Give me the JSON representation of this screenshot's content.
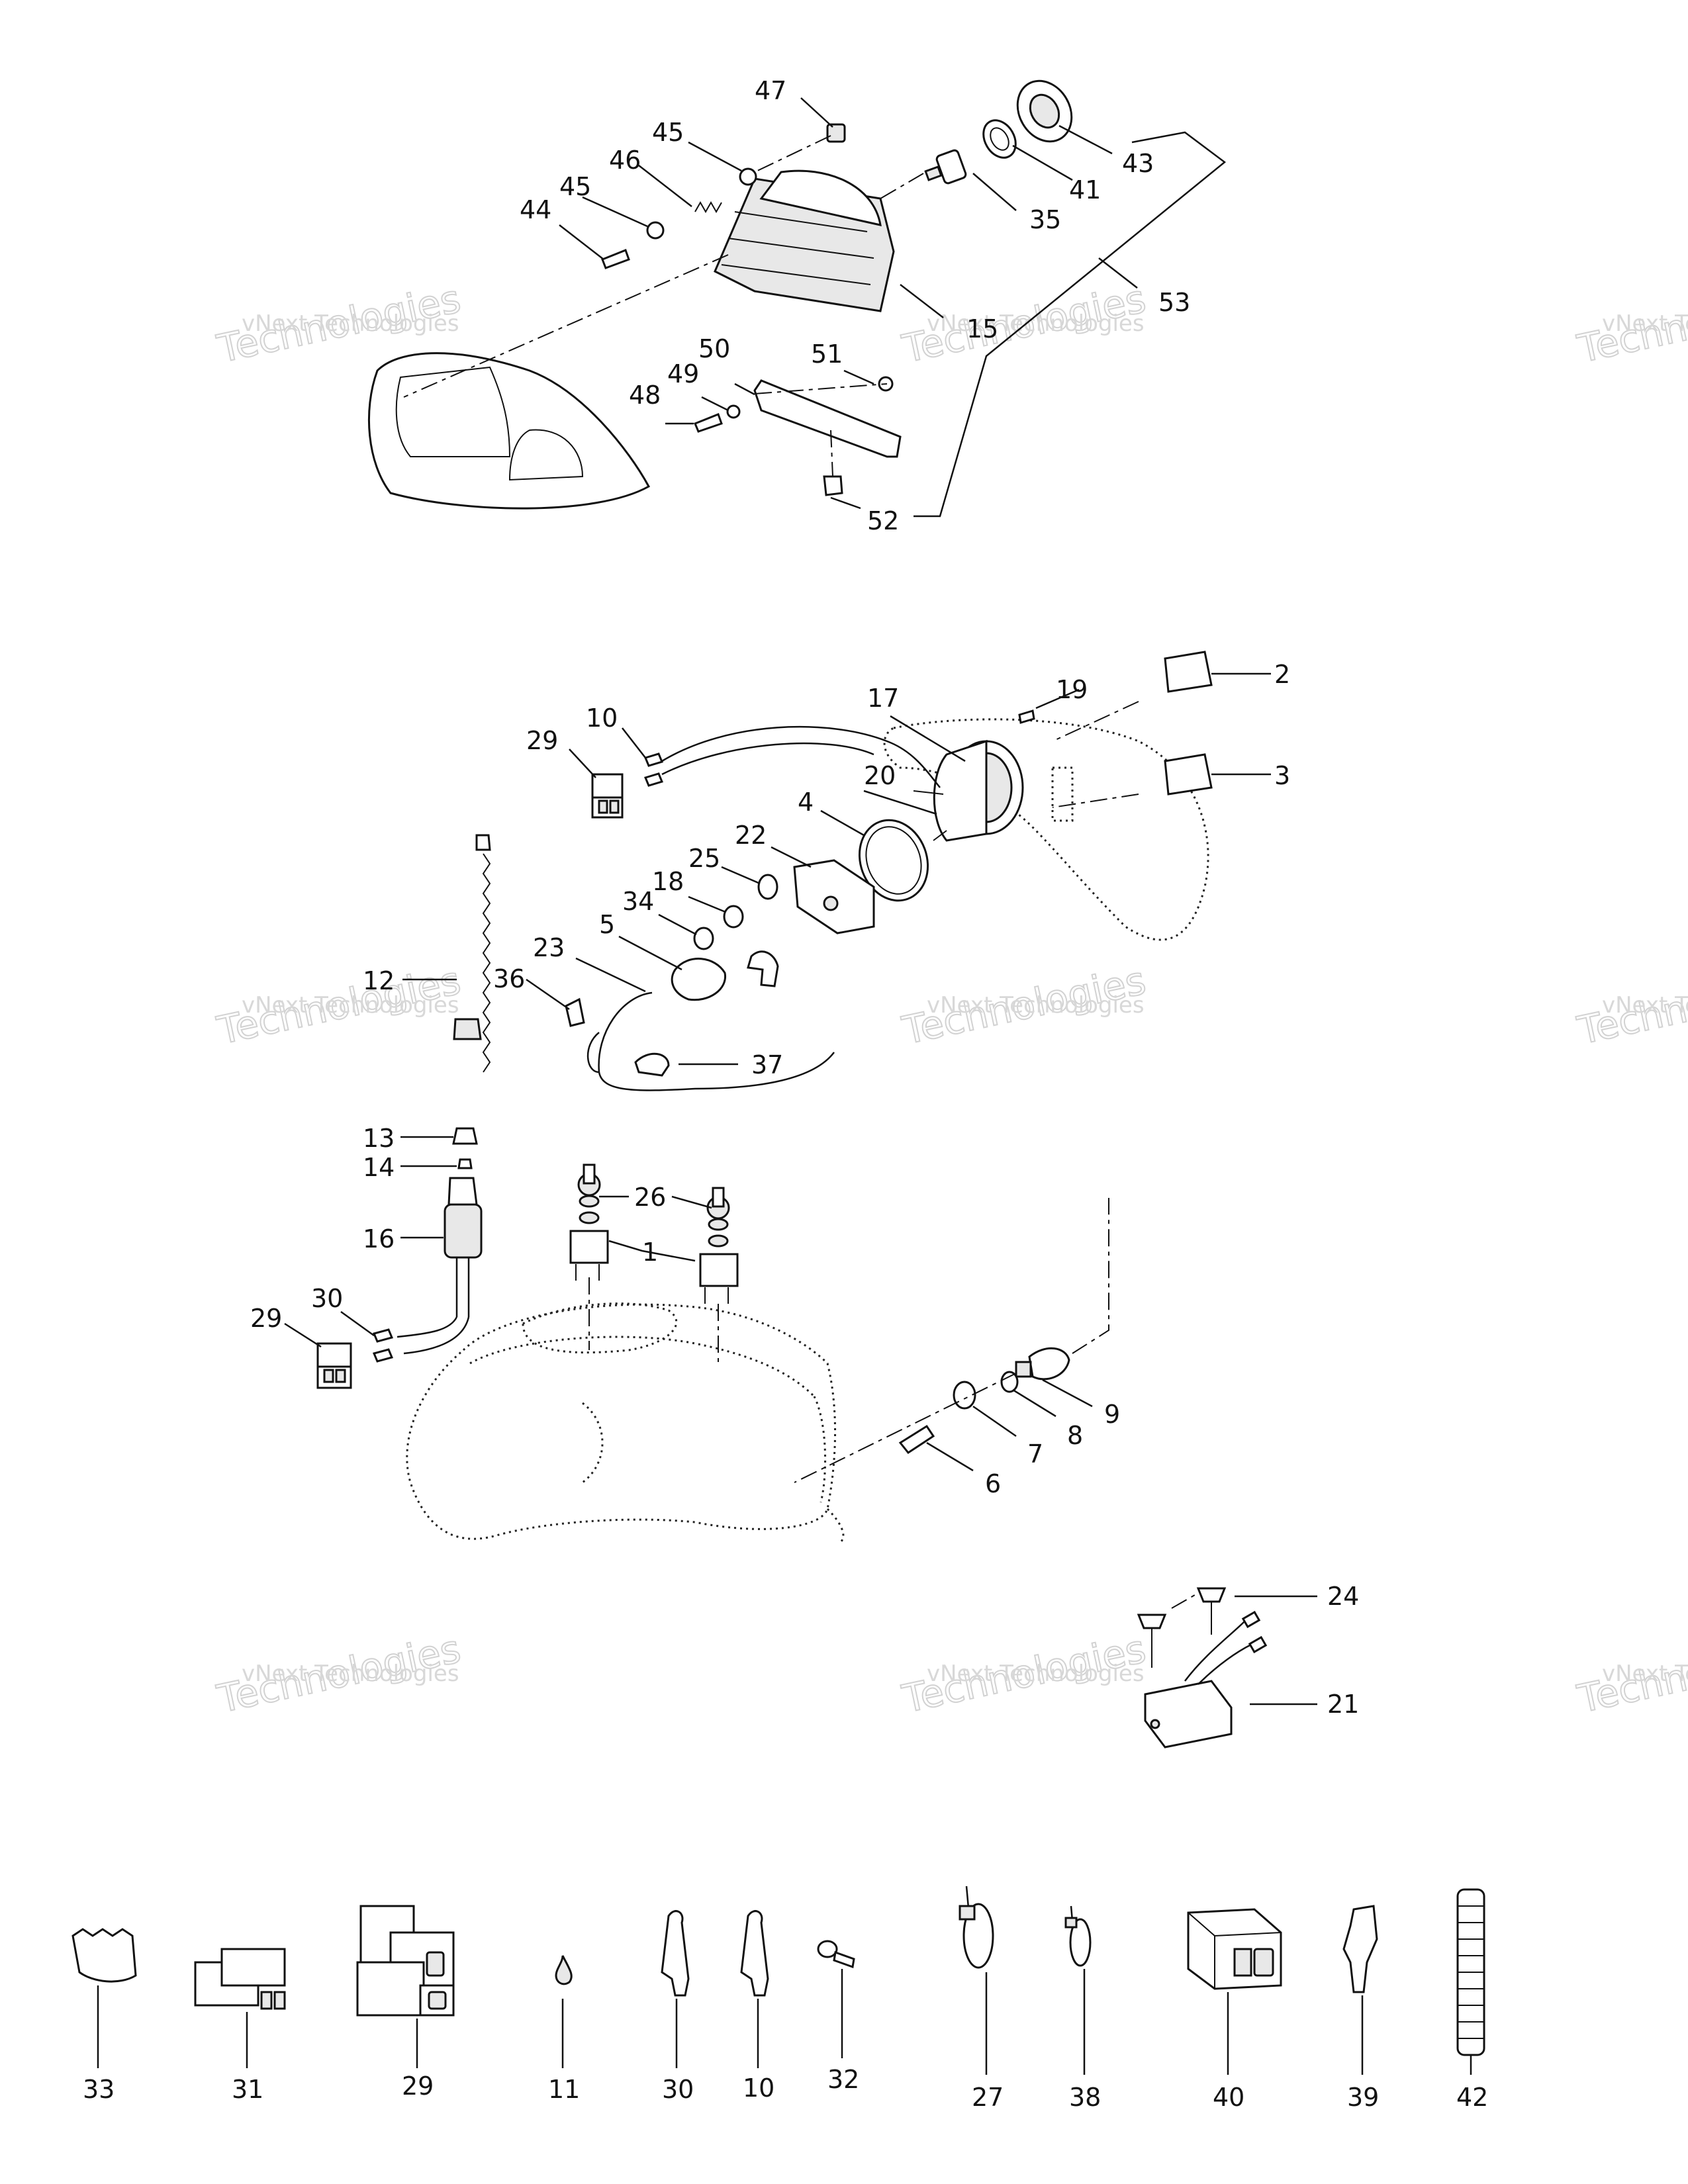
{
  "diagram": {
    "watermark_company": "vNext Technologies",
    "watermark_brand": "Technologies",
    "labels": {
      "p1": "1",
      "p2": "2",
      "p3": "3",
      "p4": "4",
      "p5": "5",
      "p6": "6",
      "p7": "7",
      "p8": "8",
      "p9": "9",
      "p10a": "10",
      "p10b": "10",
      "p11": "11",
      "p12": "12",
      "p13": "13",
      "p14": "14",
      "p15": "15",
      "p16": "16",
      "p17": "17",
      "p18": "18",
      "p19": "19",
      "p20": "20",
      "p21": "21",
      "p22": "22",
      "p23": "23",
      "p24": "24",
      "p25": "25",
      "p26": "26",
      "p27": "27",
      "p29a": "29",
      "p29b": "29",
      "p29c": "29",
      "p30a": "30",
      "p30b": "30",
      "p31": "31",
      "p32": "32",
      "p33": "33",
      "p34": "34",
      "p35": "35",
      "p36": "36",
      "p37": "37",
      "p38": "38",
      "p39": "39",
      "p40": "40",
      "p41": "41",
      "p42": "42",
      "p43": "43",
      "p44": "44",
      "p45a": "45",
      "p45b": "45",
      "p46": "46",
      "p47": "47",
      "p48": "48",
      "p49": "49",
      "p50": "50",
      "p51": "51",
      "p52": "52",
      "p53": "53"
    }
  }
}
